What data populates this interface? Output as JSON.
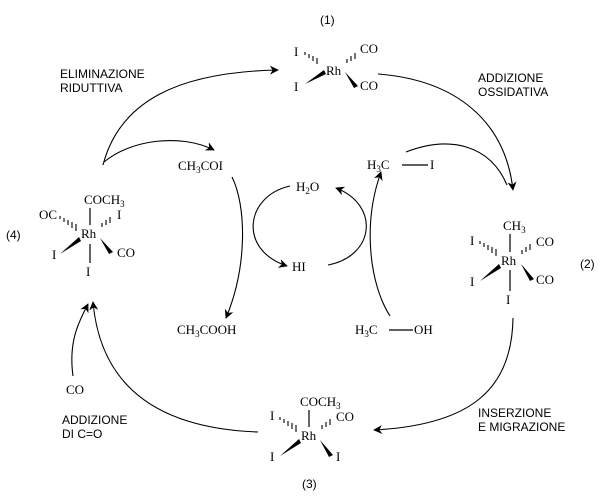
{
  "labels": {
    "n1": "(1)",
    "n2": "(2)",
    "n3": "(3)",
    "n4": "(4)",
    "elim_1": "ELIMINAZIONE",
    "elim_2": "RIDUTTIVA",
    "addox_1": "ADDIZIONE",
    "addox_2": "OSSIDATIVA",
    "ins_1": "INSERZIONE",
    "ins_2": "E MIGRAZIONE",
    "addco_1": "ADDIZIONE",
    "addco_2": "DI C=O"
  },
  "species": {
    "h2o_h": "H",
    "h2o_sub": "2",
    "h2o_o": "O",
    "hi": "HI",
    "h3c_h": "H",
    "h3c_sub": "3",
    "h3c_c": "C",
    "i": "I",
    "oh": "OH",
    "ch3coi_a": "CH",
    "ch3coi_sub": "3",
    "ch3coi_b": "COI",
    "ch3cooh_a": "CH",
    "ch3cooh_sub": "3",
    "ch3cooh_b": "COOH",
    "co_free": "CO"
  },
  "complexes": {
    "c1": {
      "metal": "Rh",
      "l_tl": "I",
      "l_bl": "I",
      "l_tr": "CO",
      "l_br": "CO"
    },
    "c2": {
      "metal": "Rh",
      "top_a": "CH",
      "top_sub": "3",
      "l_tl": "I",
      "l_bl": "I",
      "l_tr": "CO",
      "l_br": "CO",
      "bottom": "I"
    },
    "c3": {
      "metal": "Rh",
      "top_a": "COCH",
      "top_sub": "3",
      "l_tl": "I",
      "l_bl": "I",
      "l_tr": "CO",
      "l_br": "I"
    },
    "c4": {
      "metal": "Rh",
      "top_a": "COCH",
      "top_sub": "3",
      "l_tl": "OC",
      "l_tr": "I",
      "l_bl": "I",
      "l_br": "CO",
      "bottom": "I"
    }
  }
}
